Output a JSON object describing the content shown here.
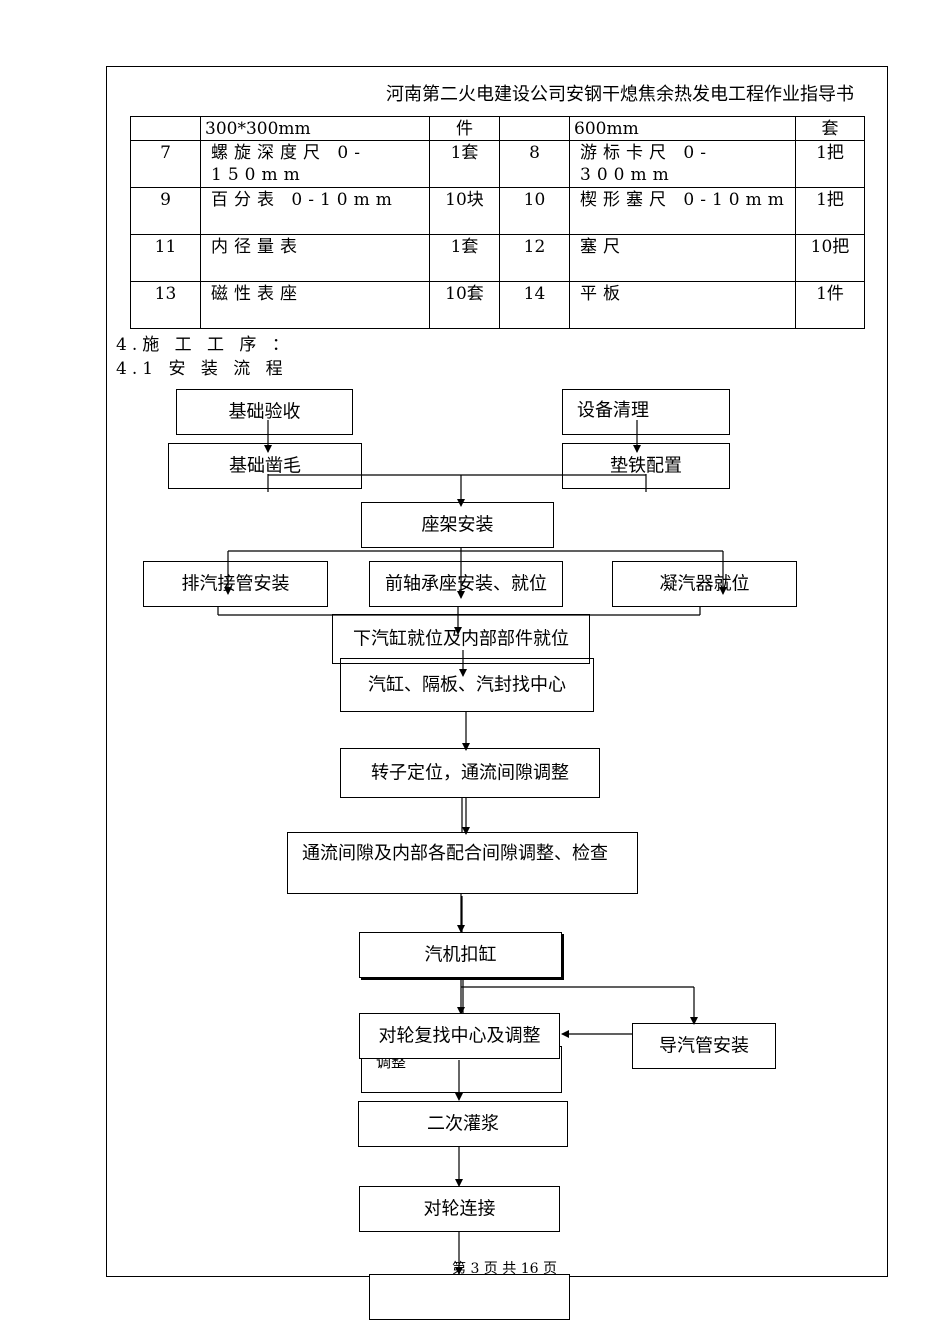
{
  "header": {
    "title": "河南第二火电建设公司安钢干熄焦余热发电工程作业指导书"
  },
  "tools_table": {
    "rows": [
      [
        "",
        "300*300mm",
        "件",
        "",
        "600mm",
        "套"
      ],
      [
        "7",
        "螺旋深度尺 0-150mm",
        "1套",
        "8",
        "游标卡尺 0-300mm",
        "1把"
      ],
      [
        "9",
        "百分表 0-10mm",
        "10块",
        "10",
        "楔形塞尺 0-10mm",
        "1把"
      ],
      [
        "11",
        "内径量表",
        "1套",
        "12",
        "塞尺",
        "10把"
      ],
      [
        "13",
        "磁性表座",
        "10套",
        "14",
        "平板",
        "1件"
      ]
    ]
  },
  "section": {
    "heading": "4.施 工 工 序 ：",
    "subheading": "4.1 安 装 流 程"
  },
  "flow": {
    "foundation_check": "基础验收",
    "equipment_clean": "设备清理",
    "foundation_chisel": "基础凿毛",
    "shim_config": "垫铁配置",
    "frame_install": "座架安装",
    "exhaust_pipe": "排汽接管安装",
    "front_bearing": "前轴承座安装、就位",
    "condenser": "凝汽器就位",
    "lower_cylinder": "下汽缸就位及内部部件就位",
    "centering": "汽缸、隔板、汽封找中心",
    "rotor": "转子定位，通流间隙调整",
    "clearance": "通流间隙及内部各配合间隙调整、检查",
    "cover": "汽机扣缸",
    "realign": "对轮复找中心及调整",
    "realign_overflow": "调整",
    "steam_pipe": "导汽管安装",
    "grouting": "二次灌浆",
    "coupling": "对轮连接",
    "last": ""
  },
  "footer": {
    "page": "第 3 页 共 16 页"
  }
}
